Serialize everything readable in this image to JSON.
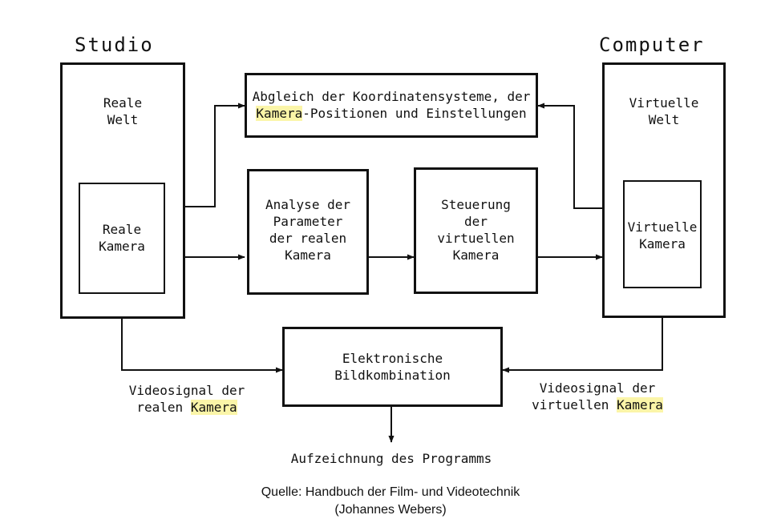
{
  "headings": {
    "studio": "Studio",
    "computer": "Computer"
  },
  "studio_box": {
    "line1": "Reale",
    "line2": "Welt"
  },
  "real_camera": {
    "line1": "Reale",
    "line2": "Kamera"
  },
  "computer_box": {
    "line1": "Virtuelle",
    "line2": "Welt"
  },
  "virtual_camera": {
    "line1": "Virtuelle",
    "line2": "Kamera"
  },
  "abgleich": {
    "line1": "Abgleich der Koordinatensysteme, der",
    "line2_highlight": "Kamera",
    "line2_rest": "-Positionen und Einstellungen"
  },
  "analyse": {
    "line1": "Analyse der",
    "line2": "Parameter",
    "line3": "der realen",
    "line4": "Kamera"
  },
  "steuerung": {
    "line1": "Steuerung",
    "line2": "der",
    "line3": "virtuellen",
    "line4": "Kamera"
  },
  "bildkombination": {
    "line1": "Elektronische",
    "line2": "Bildkombination"
  },
  "video_real": {
    "line1": "Videosignal der",
    "line2_pre": "realen ",
    "line2_highlight": "Kamera"
  },
  "video_virtual": {
    "line1": "Videosignal der",
    "line2_pre": "virtuellen ",
    "line2_highlight": "Kamera"
  },
  "output": "Aufzeichnung des Programms",
  "source": {
    "line1": "Quelle: Handbuch der Film- und Videotechnik",
    "line2": "(Johannes Webers)"
  },
  "colors": {
    "highlight": "#fbf5a8",
    "stroke": "#111111"
  }
}
